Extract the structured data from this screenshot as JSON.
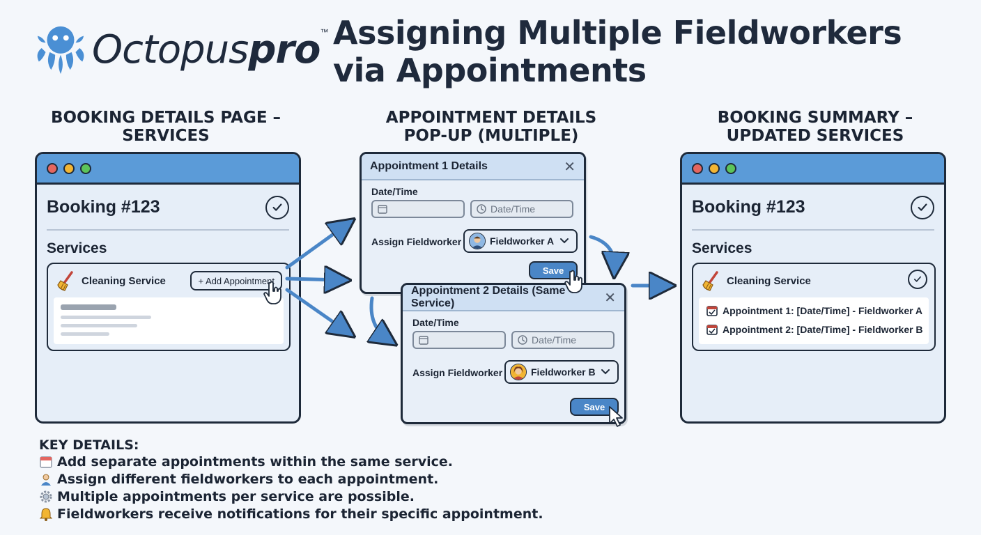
{
  "brand": {
    "name_light": "Octopus",
    "name_bold": "pro",
    "trademark": "™"
  },
  "title": "Assigning Multiple Fieldworkers via Appointments",
  "sections": {
    "booking_page": "BOOKING DETAILS PAGE – SERVICES",
    "popup": "APPOINTMENT DETAILS POP-UP (MULTIPLE)",
    "summary": "BOOKING SUMMARY – UPDATED SERVICES"
  },
  "booking_page": {
    "booking_title": "Booking #123",
    "services_label": "Services",
    "service_name": "Cleaning Service",
    "add_appointment": "+ Add Appointment"
  },
  "appointment_1": {
    "title": "Appointment 1 Details",
    "date_label": "Date/Time",
    "time_placeholder": "Date/Time",
    "assign_label": "Assign Fieldworker",
    "fieldworker": "Fieldworker A",
    "save": "Save"
  },
  "appointment_2": {
    "title": "Appointment 2 Details (Same Service)",
    "date_label": "Date/Time",
    "time_placeholder": "Date/Time",
    "assign_label": "Assign Fieldworker",
    "fieldworker": "Fieldworker B",
    "save": "Save"
  },
  "summary": {
    "booking_title": "Booking #123",
    "services_label": "Services",
    "service_name": "Cleaning Service",
    "appointments": [
      "Appointment 1: [Date/Time] - Fieldworker A",
      "Appointment 2: [Date/Time] - Fieldworker B"
    ]
  },
  "key_details": {
    "title": "KEY DETAILS:",
    "items": [
      {
        "icon": "calendar-icon",
        "text": "Add separate appointments within the same service."
      },
      {
        "icon": "person-icon",
        "text": "Assign different fieldworkers to each appointment."
      },
      {
        "icon": "gear-icon",
        "text": "Multiple appointments per service are possible."
      },
      {
        "icon": "bell-icon",
        "text": "Fieldworkers receive notifications for their specific appointment."
      }
    ]
  },
  "colors": {
    "accent_blue": "#5b9bd8",
    "save_blue": "#4a86c7",
    "outline": "#1e2a3a"
  }
}
